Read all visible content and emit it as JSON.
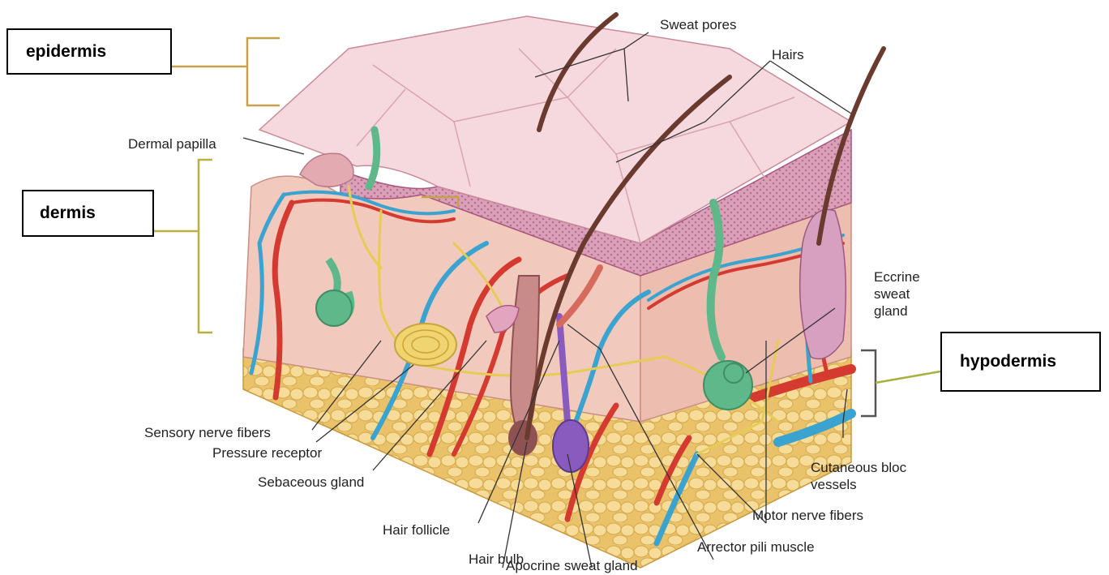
{
  "layer_boxes": {
    "epidermis": "epidermis",
    "dermis": "dermis",
    "hypodermis": "hypodermis"
  },
  "labels": {
    "sweat_pores": "Sweat pores",
    "hairs": "Hairs",
    "dermal_papilla": "Dermal papilla",
    "eccrine_line1": "Eccrine",
    "eccrine_line2": "sweat",
    "eccrine_line3": "gland",
    "sensory_nerve_fibers": "Sensory nerve fibers",
    "pressure_receptor": "Pressure receptor",
    "sebaceous_gland": "Sebaceous gland",
    "hair_follicle": "Hair follicle",
    "hair_bulb": "Hair bulb",
    "apocrine_sweat_gland": "Apocrine sweat gland",
    "arrector_pili_muscle": "Arrector pili muscle",
    "motor_nerve_fibers": "Motor nerve fibers",
    "cutaneous_line1": "Cutaneous bloc",
    "cutaneous_line2": "vessels"
  },
  "colors": {
    "epidermis_surface": "#f3d3d9",
    "epidermis_cross_section": "#d79bb3",
    "dermis": "#f1c4b8",
    "hypodermis_fat": "#f2d58a",
    "artery": "#d43a2f",
    "vein": "#3aa3cf",
    "nerve": "#e8cf5c",
    "sweat_gland": "#5fb88a",
    "apocrine_gland": "#8a5bbf",
    "hair": "#6b3a2e",
    "bracket": "#c8a24a"
  }
}
